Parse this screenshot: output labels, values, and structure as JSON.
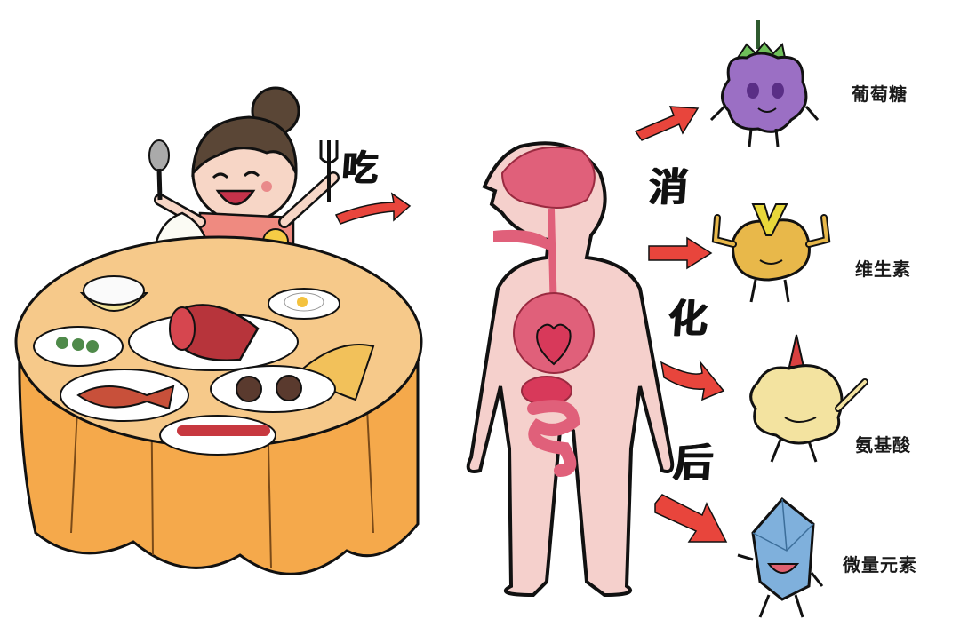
{
  "illustration": {
    "title_flow": [
      "吃",
      "消",
      "化",
      "后"
    ],
    "eat_label": "吃",
    "digest_chars": {
      "c1": "消",
      "c2": "化",
      "c3": "后"
    },
    "nutrients": [
      {
        "label": "葡萄糖",
        "character": "grape",
        "color": "#9b6fc4"
      },
      {
        "label": "维生素",
        "character": "vitamin-v",
        "color": "#e8b84a"
      },
      {
        "label": "氨基酸",
        "character": "amino-acid",
        "color": "#f3e3a0"
      },
      {
        "label": "微量元素",
        "character": "crystal",
        "color": "#7fb0dc"
      }
    ],
    "colors": {
      "arrow": "#e8453c",
      "table_cloth": "#f5a94b",
      "table_top": "#f6c98a",
      "body_skin": "#f5d0cc",
      "organs": "#e0607a",
      "girl_dress": "#ef8a80"
    }
  }
}
